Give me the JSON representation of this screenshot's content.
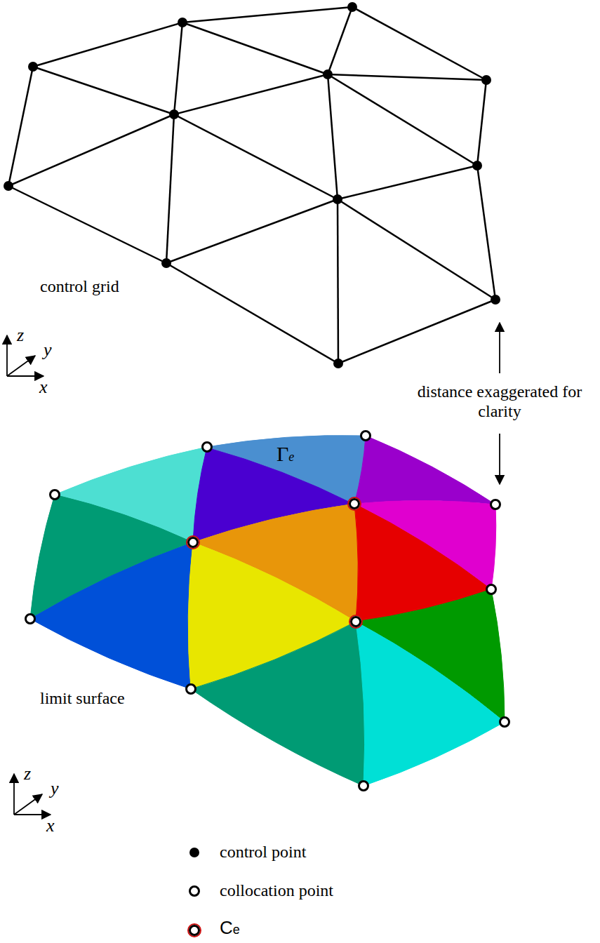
{
  "diagram": {
    "labels": [
      "control grid",
      "limit surface",
      "distance exaggerated for clarity",
      "Γe",
      "z",
      "y",
      "x",
      "z",
      "y",
      "x"
    ],
    "legend": [
      {
        "text": "control point"
      },
      {
        "text": "collocation point"
      },
      {
        "text": "Ce"
      }
    ]
  }
}
